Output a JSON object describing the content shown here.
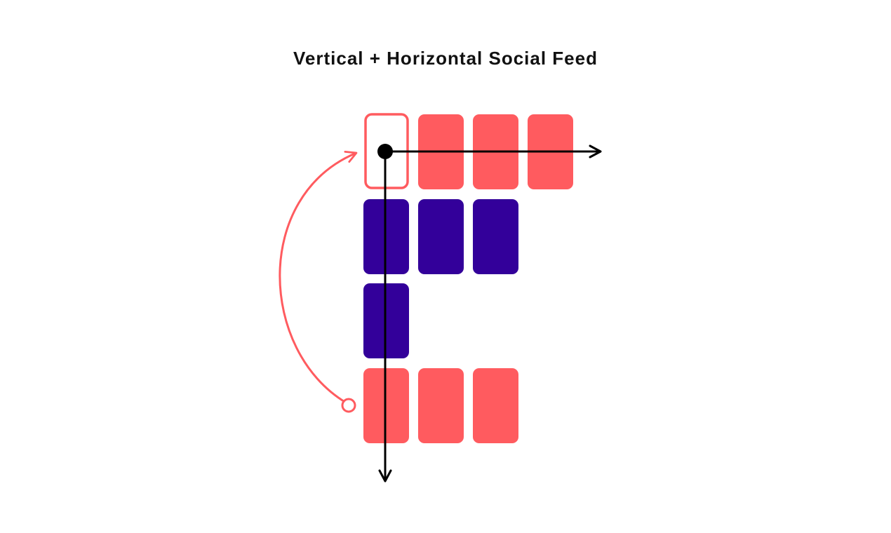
{
  "title": "Vertical + Horizontal Social Feed",
  "colors": {
    "coral": "#ff5b5f",
    "indigo": "#33009a",
    "axis": "#000000",
    "background": "#ffffff"
  },
  "feed": {
    "rows": [
      {
        "kind": "horizontal",
        "color": "coral",
        "cards": 4,
        "first_card_outlined": true
      },
      {
        "kind": "horizontal",
        "color": "indigo",
        "cards": 3
      },
      {
        "kind": "vertical-item",
        "color": "indigo",
        "cards": 1
      },
      {
        "kind": "horizontal",
        "color": "coral",
        "cards": 3
      }
    ],
    "axes": [
      "horizontal-scroll-arrow",
      "vertical-scroll-arrow"
    ],
    "connector": "curved-arrow-from-bottom-row-to-top-row"
  }
}
